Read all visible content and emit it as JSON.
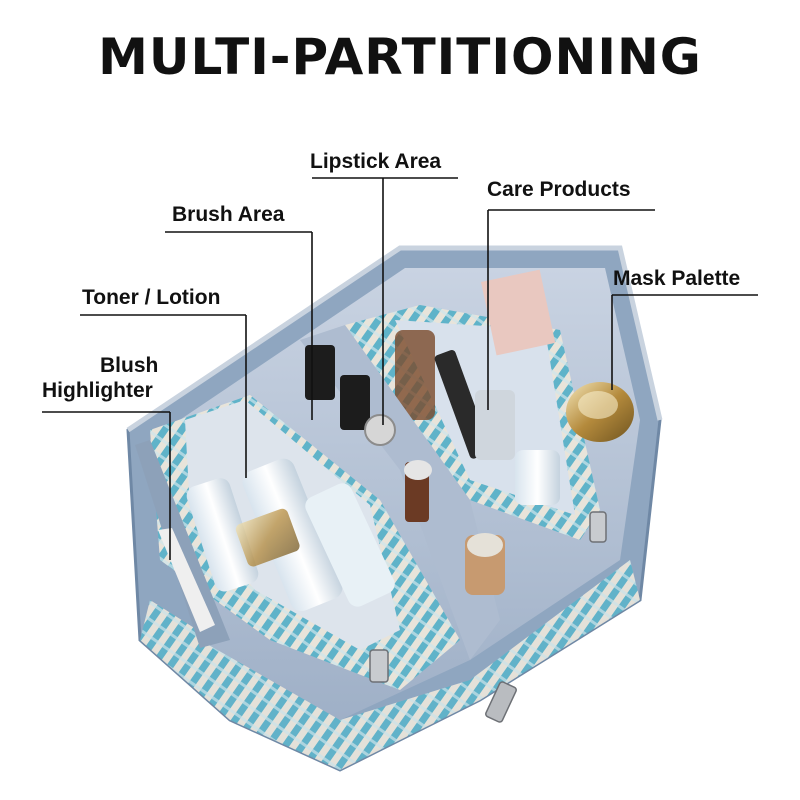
{
  "title": "MULTI-PARTITIONING",
  "labels": {
    "lipstick_area": "Lipstick Area",
    "care_products": "Care Products",
    "brush_area": "Brush Area",
    "mask_palette": "Mask Palette",
    "toner_lotion": "Toner / Lotion",
    "blush": "Blush",
    "highlighter": "Highlighter"
  },
  "colors": {
    "bag_blue": "#8fa6c0",
    "lining": "#b9c6d8",
    "weave_teal": "#5fb3c9",
    "weave_cream": "#e8e4da",
    "text": "#111111"
  }
}
